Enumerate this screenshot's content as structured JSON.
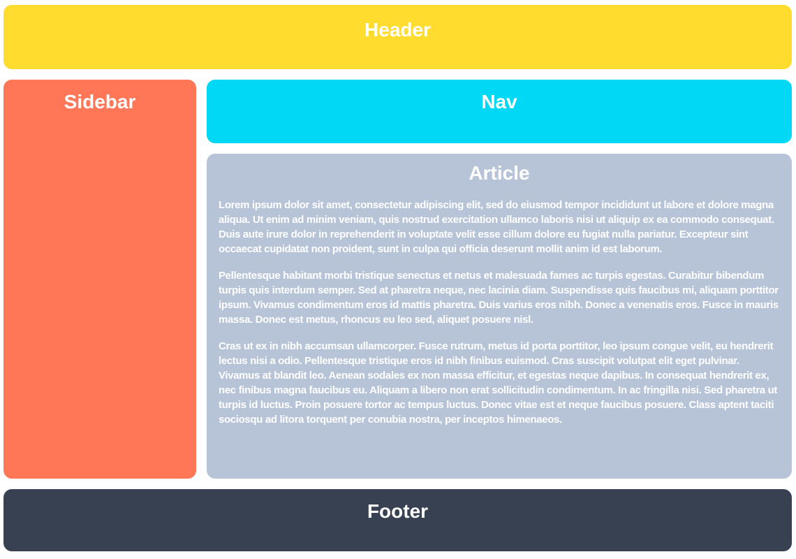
{
  "header": {
    "title": "Header"
  },
  "sidebar": {
    "title": "Sidebar"
  },
  "nav": {
    "title": "Nav"
  },
  "article": {
    "title": "Article",
    "paragraphs": [
      "Lorem ipsum dolor sit amet, consectetur adipiscing elit, sed do eiusmod tempor incididunt ut labore et dolore magna aliqua. Ut enim ad minim veniam, quis nostrud exercitation ullamco laboris nisi ut aliquip ex ea commodo consequat. Duis aute irure dolor in reprehenderit in voluptate velit esse cillum dolore eu fugiat nulla pariatur. Excepteur sint occaecat cupidatat non proident, sunt in culpa qui officia deserunt mollit anim id est laborum.",
      "Pellentesque habitant morbi tristique senectus et netus et malesuada fames ac turpis egestas. Curabitur bibendum turpis quis interdum semper. Sed at pharetra neque, nec lacinia diam. Suspendisse quis faucibus mi, aliquam porttitor ipsum. Vivamus condimentum eros id mattis pharetra. Duis varius eros nibh. Donec a venenatis eros. Fusce in mauris massa. Donec est metus, rhoncus eu leo sed, aliquet posuere nisl.",
      "Cras ut ex in nibh accumsan ullamcorper. Fusce rutrum, metus id porta porttitor, leo ipsum congue velit, eu hendrerit lectus nisi a odio. Pellentesque tristique eros id nibh finibus euismod. Cras suscipit volutpat elit eget pulvinar. Vivamus at blandit leo. Aenean sodales ex non massa efficitur, et egestas neque dapibus. In consequat hendrerit ex, nec finibus magna faucibus eu. Aliquam a libero non erat sollicitudin condimentum. In ac fringilla nisi. Sed pharetra ut turpis id luctus. Proin posuere tortor ac tempus luctus. Donec vitae est et neque faucibus posuere. Class aptent taciti sociosqu ad litora torquent per conubia nostra, per inceptos himenaeos."
    ]
  },
  "footer": {
    "title": "Footer"
  },
  "colors": {
    "page_bg": "#FFFFFF",
    "text": "#FFFFFF",
    "header_bg": "#FFDC2E",
    "sidebar_bg": "#FF7757",
    "nav_bg": "#00D8F5",
    "article_bg": "#B7C4D8",
    "footer_bg": "#374151"
  }
}
